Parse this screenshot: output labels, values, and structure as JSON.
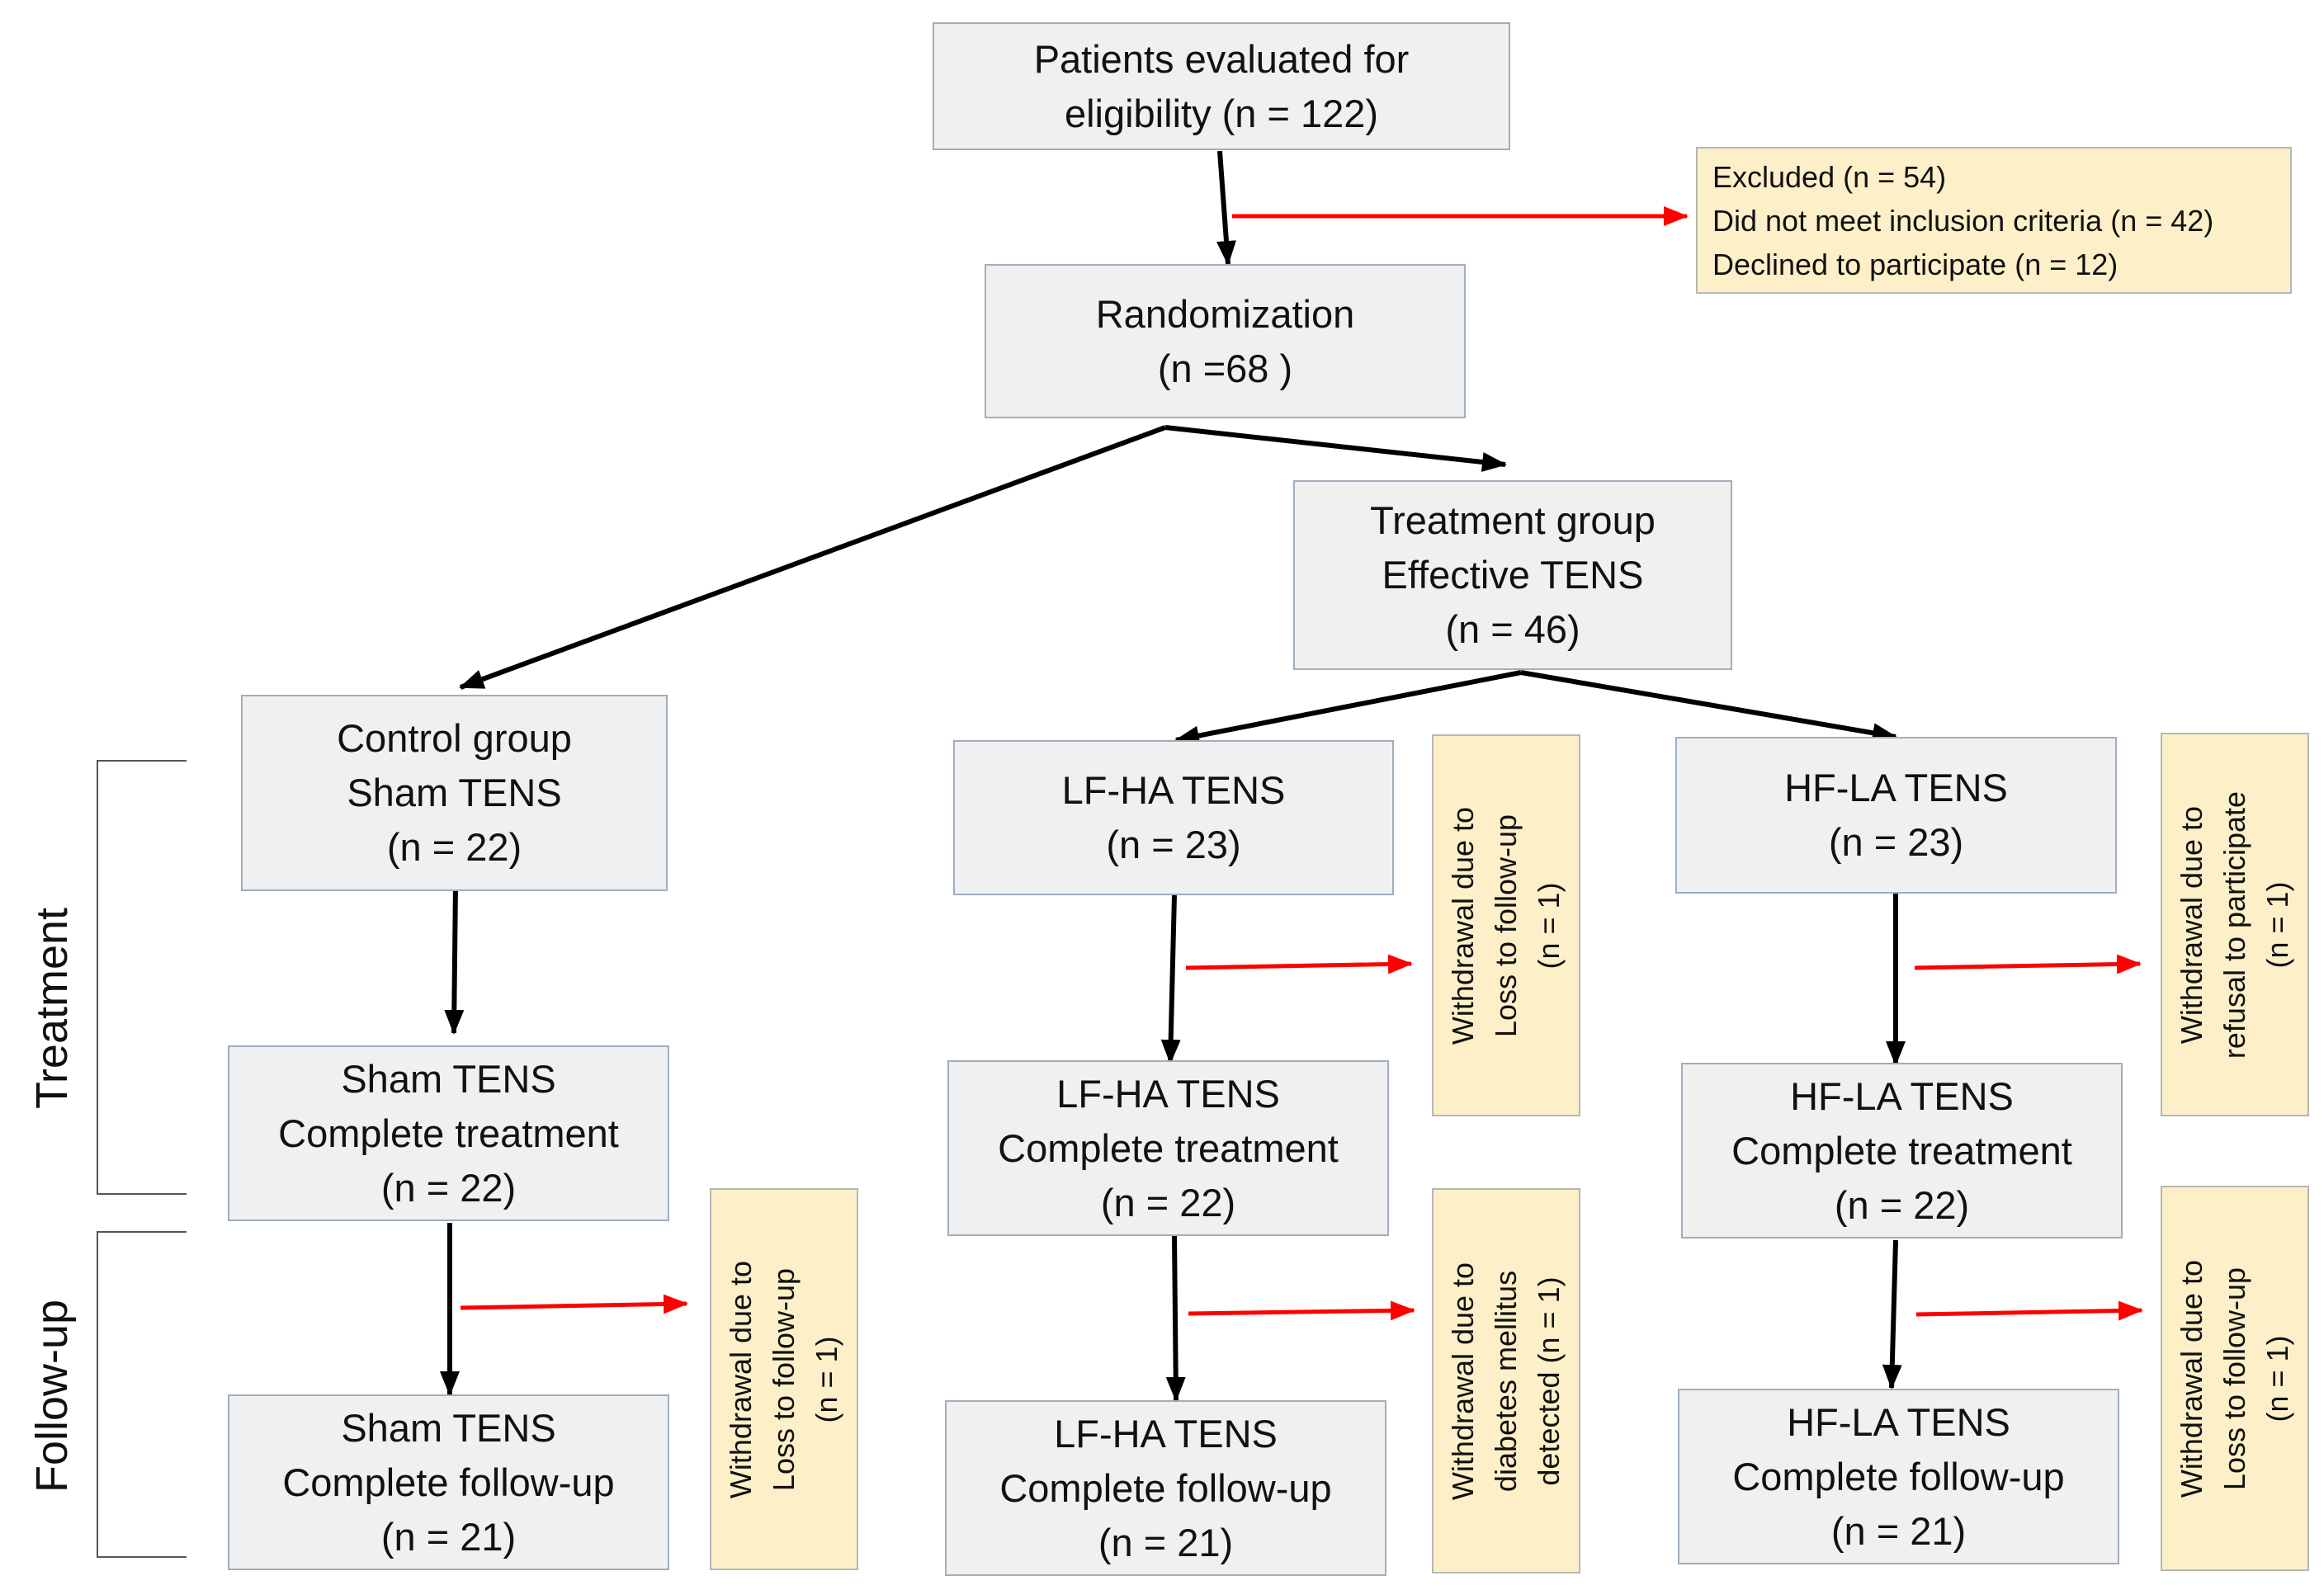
{
  "boxes": {
    "eligibility": {
      "lines": [
        "Patients evaluated for",
        "eligibility (n = 122)"
      ]
    },
    "randomization": {
      "lines": [
        "Randomization",
        "(n =68 )"
      ]
    },
    "treatment_group": {
      "lines": [
        "Treatment group",
        "Effective TENS",
        "(n = 46)"
      ]
    },
    "control_group": {
      "lines": [
        "Control group",
        "Sham TENS",
        "(n = 22)"
      ]
    },
    "lfha": {
      "lines": [
        "LF-HA TENS",
        "(n = 23)"
      ]
    },
    "hfla": {
      "lines": [
        "HF-LA TENS",
        "(n = 23)"
      ]
    },
    "sham_treatment": {
      "lines": [
        "Sham TENS",
        "Complete treatment",
        "(n = 22)"
      ]
    },
    "lfha_treatment": {
      "lines": [
        "LF-HA TENS",
        "Complete treatment",
        "(n = 22)"
      ]
    },
    "hfla_treatment": {
      "lines": [
        "HF-LA TENS",
        "Complete treatment",
        "(n = 22)"
      ]
    },
    "sham_followup": {
      "lines": [
        "Sham TENS",
        "Complete follow-up",
        "(n = 21)"
      ]
    },
    "lfha_followup": {
      "lines": [
        "LF-HA TENS",
        "Complete follow-up",
        "(n = 21)"
      ]
    },
    "hfla_followup": {
      "lines": [
        "HF-LA TENS",
        "Complete follow-up",
        "(n = 21)"
      ]
    }
  },
  "notes": {
    "excluded": {
      "lines": [
        "Excluded (n = 54)",
        "Did not meet inclusion criteria (n = 42)",
        "Declined to participate (n = 12)"
      ]
    },
    "lfha_withdrawal_treatment": {
      "lines": [
        "Withdrawal due to",
        "Loss to follow-up",
        "(n = 1)"
      ]
    },
    "hfla_withdrawal_treatment": {
      "lines": [
        "Withdrawal due to",
        "refusal to participate",
        "(n = 1)"
      ]
    },
    "sham_withdrawal_followup": {
      "lines": [
        "Withdrawal due to",
        "Loss to follow-up",
        "(n = 1)"
      ]
    },
    "lfha_withdrawal_followup": {
      "lines": [
        "Withdrawal due to",
        "diabetes mellitus",
        "detected (n = 1)"
      ]
    },
    "hfla_withdrawal_followup": {
      "lines": [
        "Withdrawal due to",
        "Loss to follow-up",
        "(n = 1)"
      ]
    }
  },
  "phases": {
    "treatment": "Treatment",
    "followup": "Follow-up"
  },
  "colors": {
    "box_fill": "#f0f0f0",
    "box_border": "#9eaebe",
    "note_fill": "#fdf0c8",
    "flow_arrow": "#000000",
    "exclusion_arrow": "#ff0000"
  }
}
